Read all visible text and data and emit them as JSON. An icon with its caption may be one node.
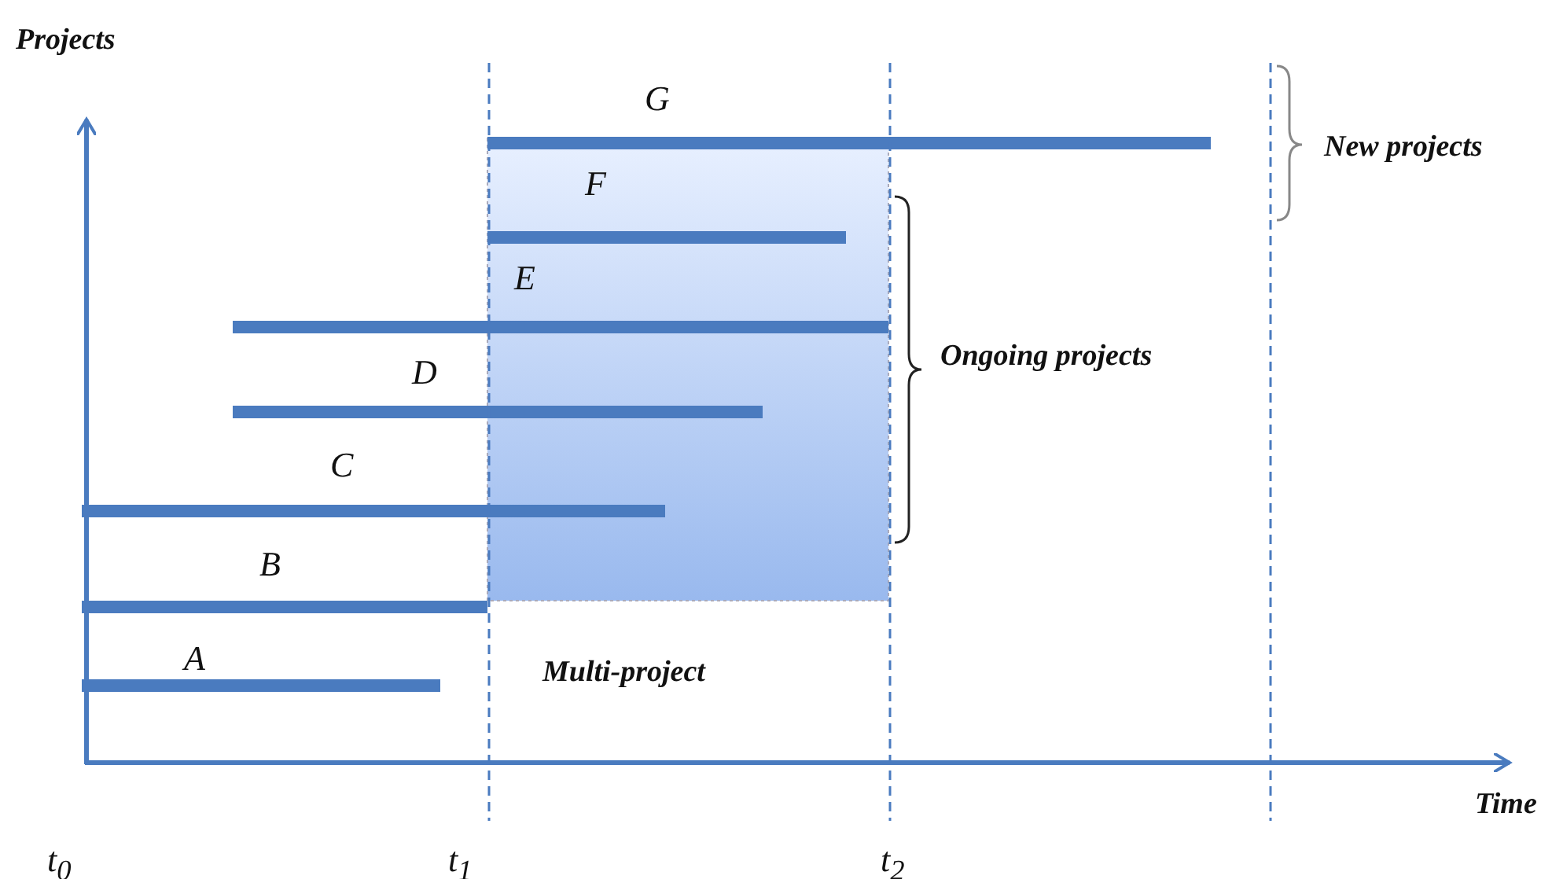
{
  "diagram": {
    "labels": [
      "Projects",
      "G",
      "New projects",
      "F",
      "E",
      "Ongoing projects",
      "D",
      "C",
      "B",
      "A",
      "Multi-project",
      "Time",
      "t$_{0}$",
      "t$_{1}$",
      "t$_{2}$"
    ]
  }
}
